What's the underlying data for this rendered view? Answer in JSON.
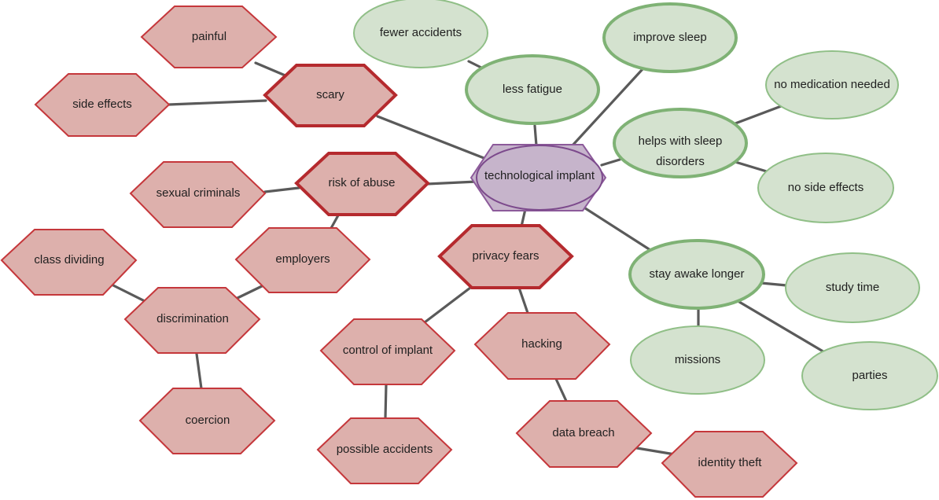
{
  "center": {
    "label": "technological implant"
  },
  "nodes": {
    "scary": "scary",
    "painful": "painful",
    "side_effects": "side effects",
    "risk_of_abuse": "risk of abuse",
    "sexual_criminals": "sexual criminals",
    "employers": "employers",
    "discrimination": "discrimination",
    "class_dividing": "class dividing",
    "coercion": "coercion",
    "privacy_fears": "privacy fears",
    "control_of_implant": "control of implant",
    "possible_accidents": "possible accidents",
    "hacking": "hacking",
    "data_breach": "data breach",
    "identity_theft": "identity theft",
    "less_fatigue": "less fatigue",
    "fewer_accidents": "fewer accidents",
    "improve_sleep": "improve sleep",
    "helps_with_sleep_disorders_line1": "helps with sleep",
    "helps_with_sleep_disorders_line2": "disorders",
    "no_medication_needed": "no medication needed",
    "no_side_effects": "no side effects",
    "stay_awake_longer": "stay awake longer",
    "study_time": "study time",
    "missions": "missions",
    "parties": "parties"
  },
  "colors": {
    "negative_fill": "#ddb0ac",
    "negative_stroke": "#c5373b",
    "positive_fill": "#d4e2cf",
    "positive_stroke": "#90bf87",
    "center_fill": "#c6b4cb",
    "center_stroke": "#8c5a9a",
    "edge": "#5a5a5a"
  }
}
